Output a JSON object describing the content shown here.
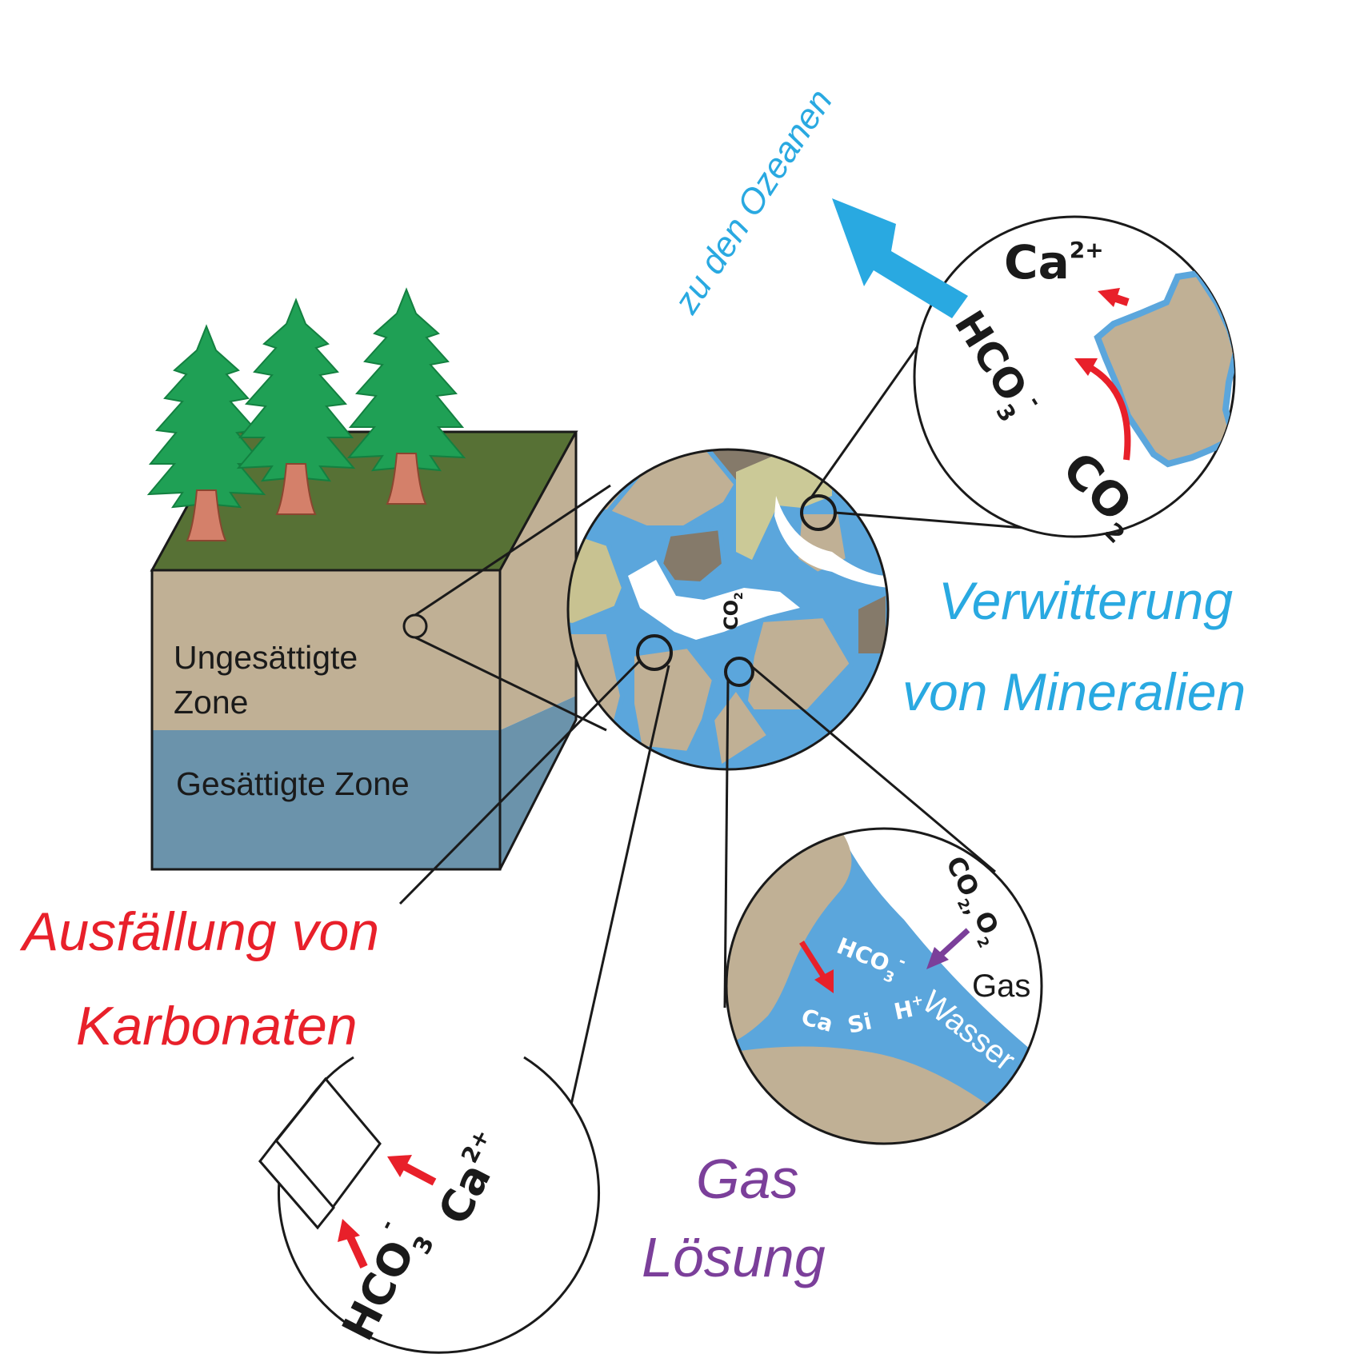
{
  "block": {
    "unsaturated_zone": [
      "Ungesättigte",
      "Zone"
    ],
    "saturated_zone": "Gesättigte Zone"
  },
  "pore_view": {
    "co2": "CO",
    "co2_sub": "2"
  },
  "weathering": {
    "title": [
      "Verwitterung",
      "von Mineralien"
    ],
    "ca": "Ca",
    "ca_sup": "2+",
    "hco": "HCO",
    "hco_sub": "3",
    "hco_sup": "-",
    "co2": "CO",
    "co2_sub": "2",
    "to_oceans": "zu den Ozeanen"
  },
  "precipitation": {
    "title": [
      "Ausfällung von",
      "Karbonaten"
    ],
    "hco": "HCO",
    "hco_sub": "3",
    "hco_sup": "-",
    "ca": "Ca",
    "ca_sup": "2+"
  },
  "gas_solution": {
    "title": [
      "Gas",
      "Lösung"
    ],
    "co2": "CO",
    "co2_sub": "2",
    "co2_comma": ",",
    "o2": "O",
    "o2_sub": "2",
    "gas": "Gas",
    "hco": "HCO",
    "hco_sub": "3",
    "hco_sup": "-",
    "ca": "Ca",
    "si": "Si",
    "h": "H",
    "h_sup": "+",
    "water": "Wasser"
  },
  "colors": {
    "red": "#e8202a",
    "blue": "#29a9e1",
    "purple": "#7b3f9a",
    "soil": "#c0b095",
    "water_zone": "#6b93ab",
    "grass": "#577135",
    "tree": "#1fa055",
    "trunk": "#d4806a",
    "pore_water": "#5ba6dc"
  }
}
